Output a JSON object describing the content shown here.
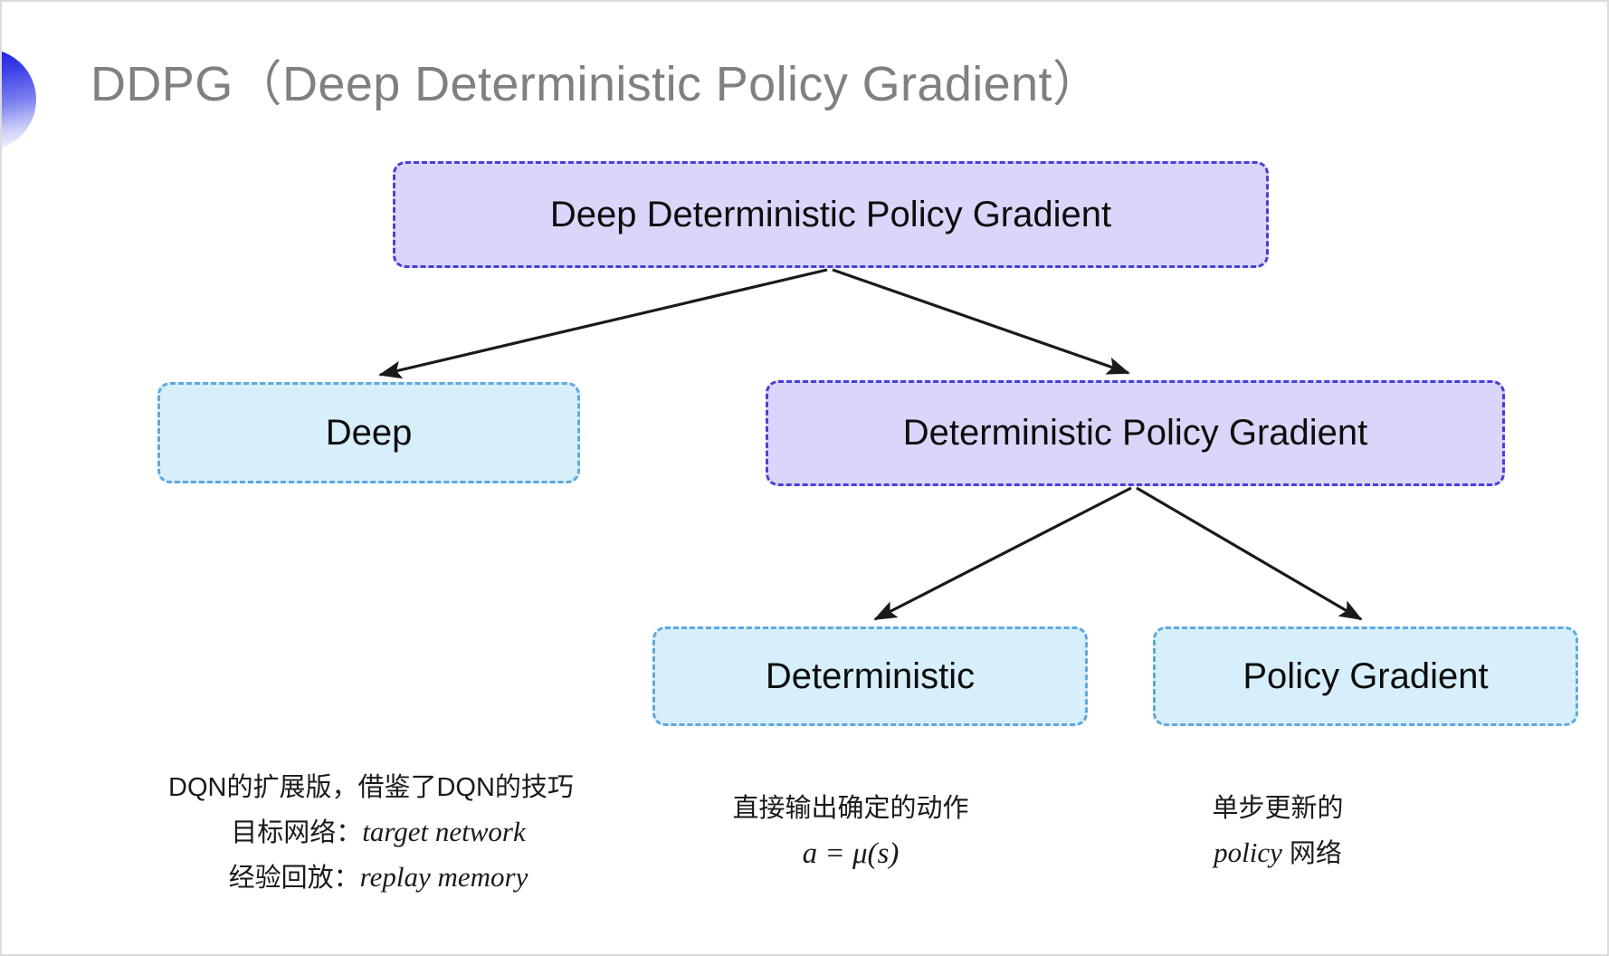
{
  "slide": {
    "title": "DDPG（Deep Deterministic Policy Gradient）",
    "bullet_icon": "half-circle-gradient-icon",
    "title_color": "#808080",
    "background_color": "#ffffff",
    "frame_color": "#dcdcdc"
  },
  "palette": {
    "purple_fill": "#d9d6f9",
    "purple_border": "#4a3fd6",
    "blue_fill": "#d7effb",
    "blue_border": "#5fa8dd",
    "arrow_color": "#1a1a1a",
    "bullet_gradient_start": "#1c21e0",
    "bullet_gradient_end": "#ffffff"
  },
  "diagram": {
    "type": "tree",
    "nodes": [
      {
        "id": "root",
        "label": "Deep Deterministic Policy Gradient",
        "style": "purple"
      },
      {
        "id": "deep",
        "label": "Deep",
        "style": "blue"
      },
      {
        "id": "dpg",
        "label": "Deterministic Policy Gradient",
        "style": "purple"
      },
      {
        "id": "det",
        "label": "Deterministic",
        "style": "blue"
      },
      {
        "id": "pg",
        "label": "Policy Gradient",
        "style": "blue"
      }
    ],
    "edges": [
      {
        "from": "root",
        "to": "deep"
      },
      {
        "from": "root",
        "to": "dpg"
      },
      {
        "from": "dpg",
        "to": "det"
      },
      {
        "from": "dpg",
        "to": "pg"
      }
    ]
  },
  "captions": {
    "deep": {
      "line1": "DQN的扩展版，借鉴了DQN的技巧",
      "line2_label": "目标网络：",
      "line2_term": "target network",
      "line3_label": "经验回放：",
      "line3_term": "replay memory"
    },
    "deterministic": {
      "line1": "直接输出确定的动作",
      "formula": "a = μ(s)"
    },
    "policy_gradient": {
      "line1": "单步更新的",
      "line2_term": "policy",
      "line2_label": " 网络"
    }
  }
}
